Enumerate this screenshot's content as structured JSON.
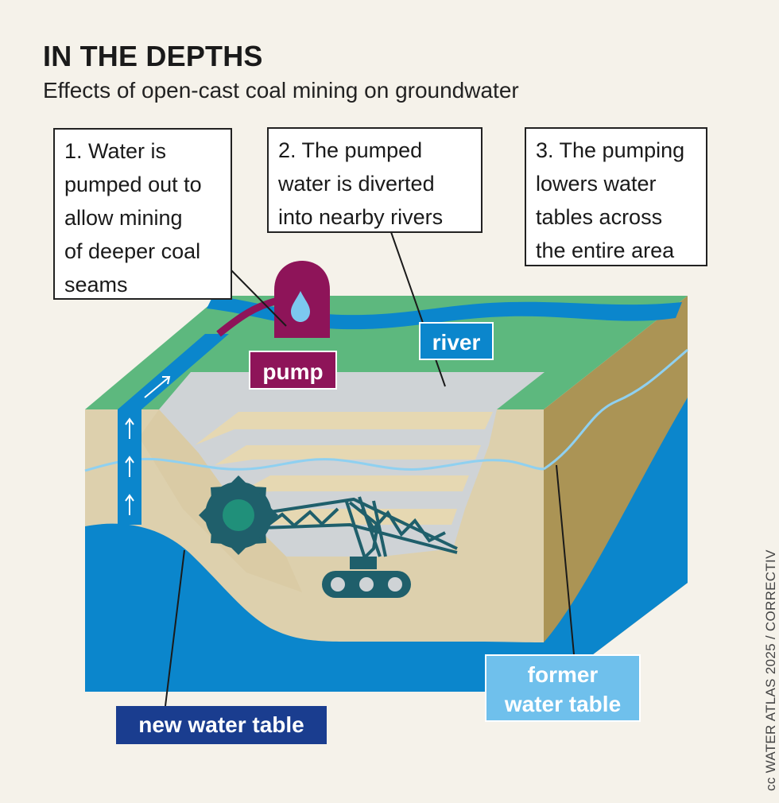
{
  "header": {
    "title": "IN THE DEPTHS",
    "subtitle": "Effects of open-cast coal mining on groundwater"
  },
  "callouts": [
    {
      "lines": [
        "1. Water is",
        "pumped out to",
        "allow mining",
        "of deeper coal",
        "seams"
      ]
    },
    {
      "lines": [
        "2. The pumped",
        "water is diverted",
        "into nearby rivers"
      ]
    },
    {
      "lines": [
        "3. The pumping",
        "lowers water",
        "tables across",
        "the entire area"
      ]
    }
  ],
  "labels": {
    "pump": "pump",
    "river": "river",
    "former_water_table_1": "former",
    "former_water_table_2": "water table",
    "new_water_table": "new water table"
  },
  "credit": "cc WATER ATLAS 2025 / CORRECTIV",
  "colors": {
    "background": "#f5f2ea",
    "grass": "#5db87e",
    "soil": "#ddd0ad",
    "soil_side": "#ab9455",
    "groundwater": "#0b86cc",
    "river": "#0b86cc",
    "pit": "#cfd3d6",
    "pump": "#8e1459",
    "excavator": "#1f5f6b",
    "new_water_table_label": "#1a3d8f",
    "former_water_table_label": "#6fc0ec"
  }
}
